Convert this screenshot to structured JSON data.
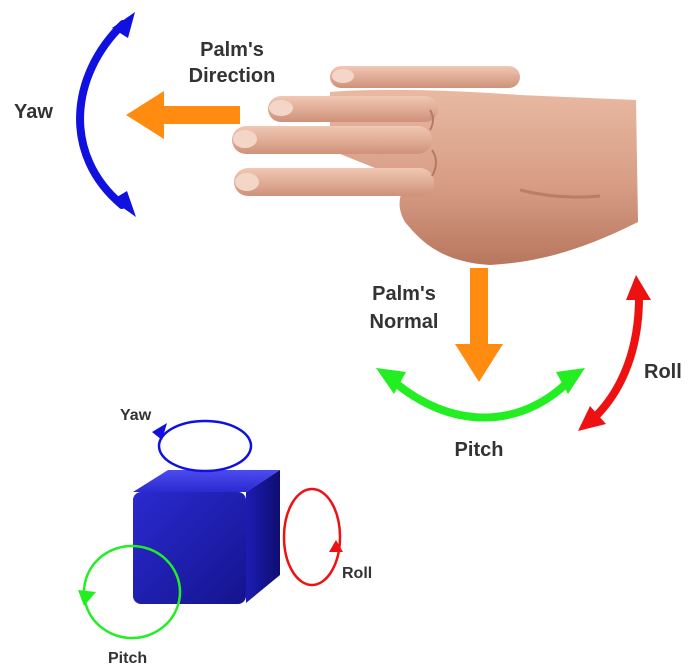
{
  "hand_section": {
    "yaw_label": "Yaw",
    "direction_label_line1": "Palm's",
    "direction_label_line2": "Direction",
    "normal_label_line1": "Palm's",
    "normal_label_line2": "Normal",
    "pitch_label": "Pitch",
    "roll_label": "Roll"
  },
  "cube_section": {
    "yaw_label": "Yaw",
    "pitch_label": "Pitch",
    "roll_label": "Roll"
  },
  "colors": {
    "yaw": "#1010e0",
    "pitch": "#22ee22",
    "roll": "#ee1111",
    "palm_arrow": "#ff8c10",
    "cube": "#1a1ab0",
    "label_text": "#333333"
  }
}
